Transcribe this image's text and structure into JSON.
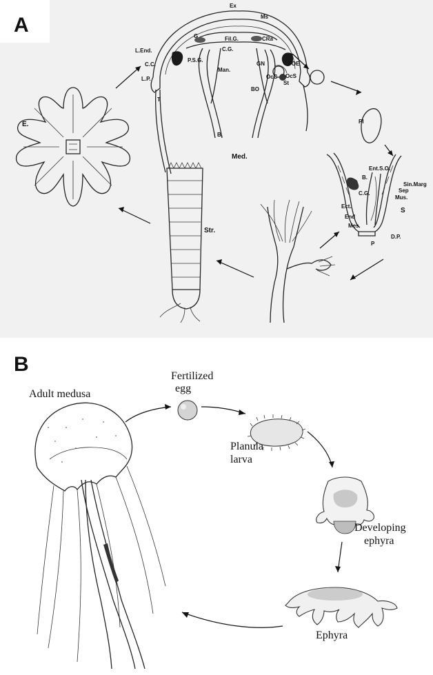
{
  "panel_a": {
    "letter": "A",
    "labels": {
      "ex": "Ex",
      "ms": "Ms",
      "g": "G",
      "fil_g": "Fil.G.",
      "cra": "CRa",
      "cg_top": "C.G.",
      "lend": "L.End.",
      "cc": "C.C.",
      "lp": "L.P.",
      "psg": "P.S.G.",
      "man": "Man.",
      "gn": "GN",
      "foe": "FOE",
      "occ": "OcC",
      "ocs": "OcS",
      "st": "St",
      "bo": "BO",
      "t": "T",
      "b_med": "B.",
      "med": "Med.",
      "e": "E.",
      "pl": "Pl",
      "ent_so": "Ent.S.O.",
      "b_scy": "B.",
      "sin_marg": "Sin.Marg",
      "sep": "Sep",
      "mus": "Mus.",
      "cg_scy": "C.G.",
      "s": "S",
      "ect": "Ect.",
      "end": "End",
      "mes": "Mes",
      "p": "P",
      "dp": "D.P.",
      "str": "Str."
    }
  },
  "panel_b": {
    "letter": "B",
    "labels": {
      "adult_medusa": "Adult medusa",
      "fertilized": "Fertilized",
      "egg": "egg",
      "planula": "Planula",
      "larva": "larva",
      "developing": "Developing",
      "ephyra_dev": "ephyra",
      "ephyra": "Ephyra"
    }
  },
  "icons": [
    "medusa-section",
    "ephyra-star",
    "egg",
    "planula",
    "scyphistoma-section",
    "polyp",
    "strobila",
    "adult-medusa",
    "developing-ephyra",
    "ephyra"
  ]
}
